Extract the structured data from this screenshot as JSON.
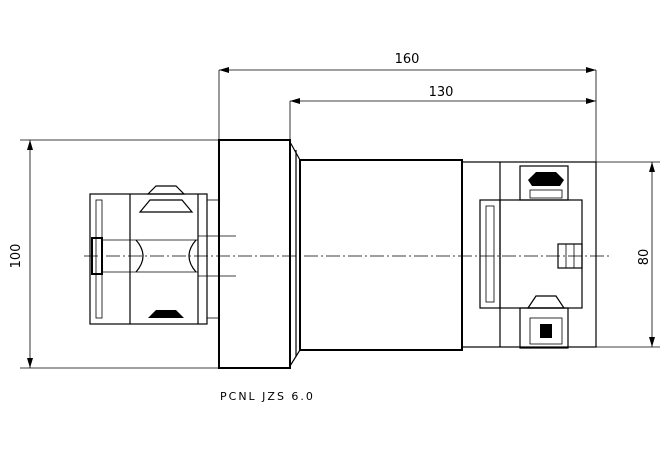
{
  "drawing": {
    "dimensions": {
      "overall_length": "160",
      "body_length": "130",
      "flange_diameter": "100",
      "rear_diameter": "80"
    },
    "caption": "PCNL  JZS  6.0"
  }
}
